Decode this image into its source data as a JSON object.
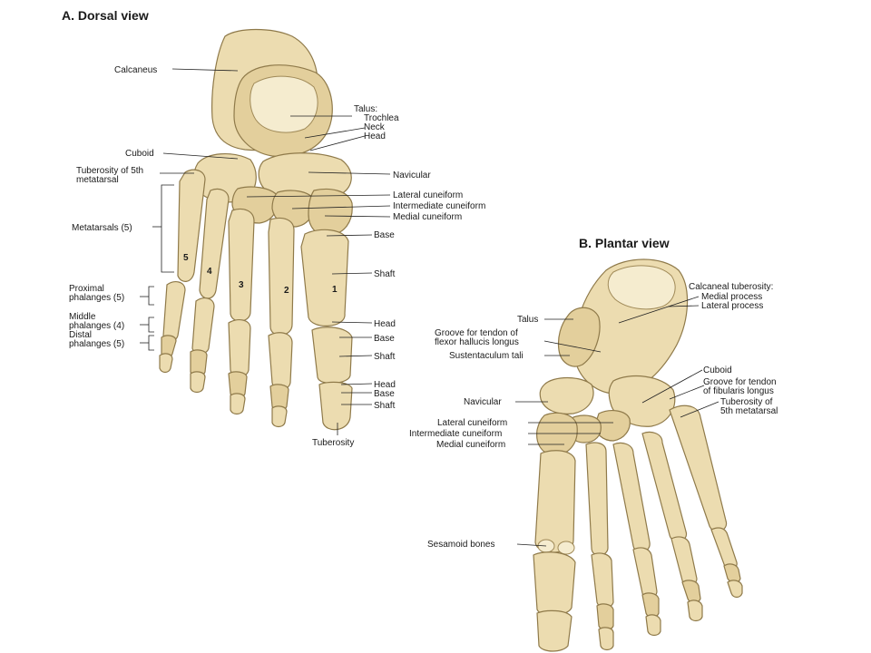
{
  "views": {
    "dorsal": {
      "title": "A. Dorsal view",
      "labels": {
        "calcaneus": "Calcaneus",
        "talus": "Talus:",
        "trochlea": "Trochlea",
        "neck": "Neck",
        "head": "Head",
        "cuboid": "Cuboid",
        "tuberosity_5th_l1": "Tuberosity of 5th",
        "tuberosity_5th_l2": "metatarsal",
        "navicular": "Navicular",
        "lateral_cuneiform": "Lateral cuneiform",
        "intermediate_cuneiform": "Intermediate cuneiform",
        "medial_cuneiform": "Medial cuneiform",
        "metatarsals": "Metatarsals (5)",
        "base_mt": "Base",
        "shaft_mt": "Shaft",
        "proximal_l1": "Proximal",
        "proximal_l2": "phalanges (5)",
        "middle_l1": "Middle",
        "middle_l2": "phalanges (4)",
        "distal_l1": "Distal",
        "distal_l2": "phalanges (5)",
        "head_mt": "Head",
        "base_pp": "Base",
        "shaft_pp": "Shaft",
        "head_pp": "Head",
        "base_dp": "Base",
        "shaft_dp": "Shaft",
        "tuberosity": "Tuberosity"
      },
      "digit_numbers": [
        "5",
        "4",
        "3",
        "2",
        "1"
      ]
    },
    "plantar": {
      "title": "B. Plantar view",
      "labels": {
        "calcaneal_tuberosity": "Calcaneal tuberosity:",
        "medial_process": "Medial process",
        "lateral_process": "Lateral process",
        "talus": "Talus",
        "groove_fhl_l1": "Groove for tendon of",
        "groove_fhl_l2": "flexor hallucis longus",
        "sustentaculum": "Sustentaculum tali",
        "cuboid": "Cuboid",
        "groove_fl_l1": "Groove for tendon",
        "groove_fl_l2": "of fibularis longus",
        "tuberosity_5th_l1": "Tuberosity of",
        "tuberosity_5th_l2": "5th metatarsal",
        "navicular": "Navicular",
        "lateral_cuneiform": "Lateral cuneiform",
        "intermediate_cuneiform": "Intermediate cuneiform",
        "medial_cuneiform": "Medial cuneiform",
        "sesamoid": "Sesamoid bones"
      }
    }
  },
  "colors": {
    "bone": "#ecdcb0",
    "bone_outline": "#8f7a4a",
    "leader": "#222222",
    "background": "#ffffff"
  }
}
